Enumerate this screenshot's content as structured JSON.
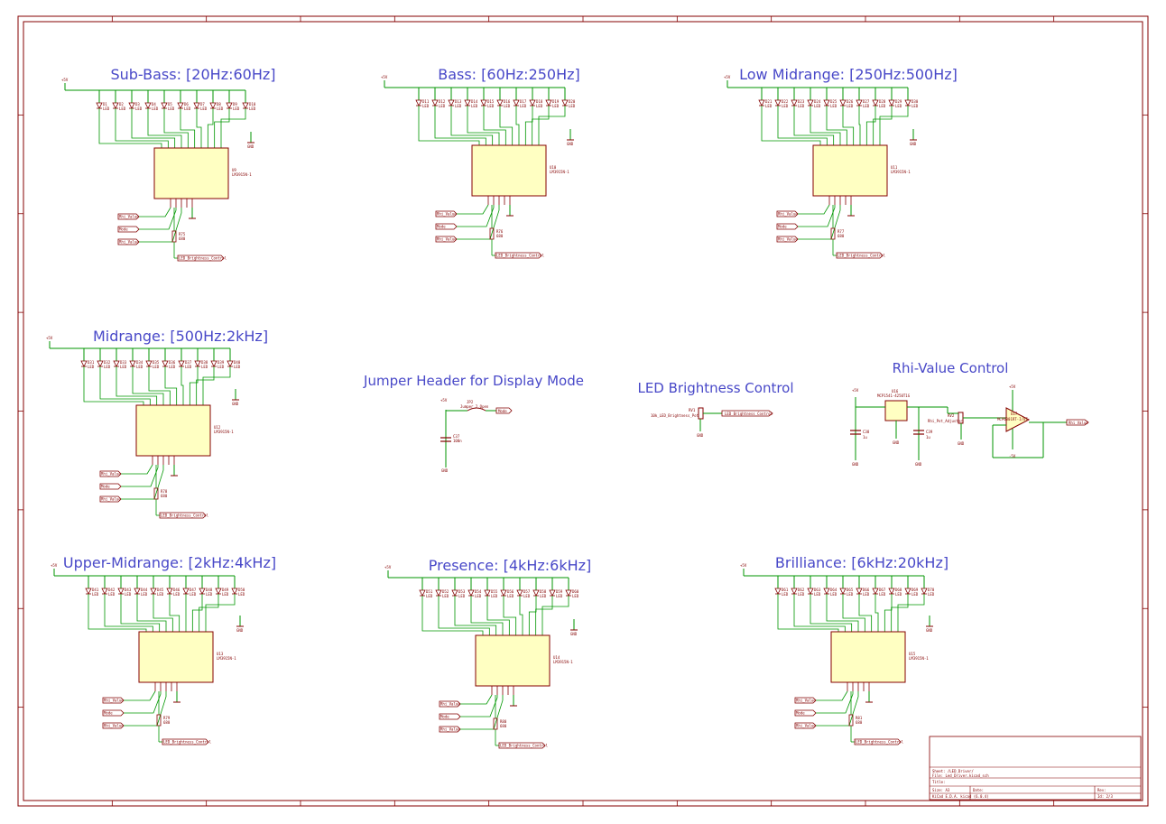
{
  "sections": [
    {
      "id": "sub_bass",
      "title": "Sub-Bass: [20Hz:60Hz]",
      "ic_ref": "U9",
      "ic_val": "LM3915N-1",
      "res_ref": "R75",
      "res_val": "680",
      "leds": [
        "D1",
        "D2",
        "D3",
        "D4",
        "D5",
        "D6",
        "D7",
        "D8",
        "D9",
        "D10"
      ]
    },
    {
      "id": "bass",
      "title": "Bass: [60Hz:250Hz]",
      "ic_ref": "U10",
      "ic_val": "LM3915N-1",
      "res_ref": "R76",
      "res_val": "680",
      "leds": [
        "D11",
        "D12",
        "D13",
        "D14",
        "D15",
        "D16",
        "D17",
        "D18",
        "D19",
        "D20"
      ]
    },
    {
      "id": "low_mid",
      "title": "Low Midrange: [250Hz:500Hz]",
      "ic_ref": "U11",
      "ic_val": "LM3915N-1",
      "res_ref": "R77",
      "res_val": "680",
      "leds": [
        "D21",
        "D22",
        "D23",
        "D24",
        "D25",
        "D26",
        "D27",
        "D28",
        "D29",
        "D30"
      ]
    },
    {
      "id": "midrange",
      "title": "Midrange: [500Hz:2kHz]",
      "ic_ref": "U12",
      "ic_val": "LM3915N-1",
      "res_ref": "R78",
      "res_val": "680",
      "leds": [
        "D31",
        "D32",
        "D33",
        "D34",
        "D35",
        "D36",
        "D37",
        "D38",
        "D39",
        "D40"
      ]
    },
    {
      "id": "upper_mid",
      "title": "Upper-Midrange: [2kHz:4kHz]",
      "ic_ref": "U13",
      "ic_val": "LM3915N-1",
      "res_ref": "R79",
      "res_val": "680",
      "leds": [
        "D41",
        "D42",
        "D43",
        "D44",
        "D45",
        "D46",
        "D47",
        "D48",
        "D49",
        "D50"
      ]
    },
    {
      "id": "presence",
      "title": "Presence: [4kHz:6kHz]",
      "ic_ref": "U14",
      "ic_val": "LM3915N-1",
      "res_ref": "R80",
      "res_val": "680",
      "leds": [
        "D51",
        "D52",
        "D53",
        "D54",
        "D55",
        "D56",
        "D57",
        "D58",
        "D59",
        "D60"
      ]
    },
    {
      "id": "brilliance",
      "title": "Brilliance: [6kHz:20kHz]",
      "ic_ref": "U15",
      "ic_val": "LM3915N-1",
      "res_ref": "R81",
      "res_val": "680",
      "leds": [
        "D61",
        "D62",
        "D63",
        "D64",
        "D65",
        "D66",
        "D67",
        "D68",
        "D69",
        "D70"
      ]
    }
  ],
  "common": {
    "vcc": "+5V",
    "gnd": "GND",
    "led_value": "LED",
    "label_rhi": "Rhi_Value",
    "label_mode": "Mode",
    "label_signal": "Rhi_Value",
    "label_brightness": "LED_Brightness_Control",
    "label_mode_in": "Mode"
  },
  "jumper": {
    "title": "Jumper Header for Display Mode",
    "ref": "JP2",
    "val": "Jumper_2_Open",
    "cap_ref": "C37",
    "cap_val": "100n",
    "label": "Mode",
    "vcc": "+5V",
    "gnd": "GND"
  },
  "brightness": {
    "title": "LED Brightness Control",
    "pot_ref": "RV1",
    "pot_label": "10k_LED_Brightness_Pot",
    "label": "LED_Brightness_Control",
    "gnd": "GND"
  },
  "rhi": {
    "title": "Rhi-Value Control",
    "reg_ref": "U16",
    "reg_val": "MCP1541-4250T1G",
    "c1_ref": "C38",
    "c1_val": "1u",
    "c2_ref": "C39",
    "c2_val": "1u",
    "pot_ref": "RV2",
    "pot_label": "Rhi_Pot_Adjuster",
    "opamp_ref": "U17",
    "opamp_val": "MCP6001RT-I/OT",
    "out_label": "Rhi_Value",
    "vcc": "+5V",
    "vee": "-5V",
    "gnd": "GND"
  },
  "title_block": {
    "sheet": "Sheet: /LED_Driver/",
    "file": "File: Led_Driver.kicad_sch",
    "title": "Title:",
    "size": "Size: A3",
    "date": "Date:",
    "rev": "Rev:",
    "kicad": "KiCad E.D.A. kicad (6.0.4)",
    "id": "Id: 2/3"
  },
  "colors": {
    "border": "#840000",
    "wire": "#009600",
    "title_text": "#4848c8",
    "ic_fill": "#ffffc2",
    "component": "#840000",
    "label_fill": "#ffffff"
  }
}
